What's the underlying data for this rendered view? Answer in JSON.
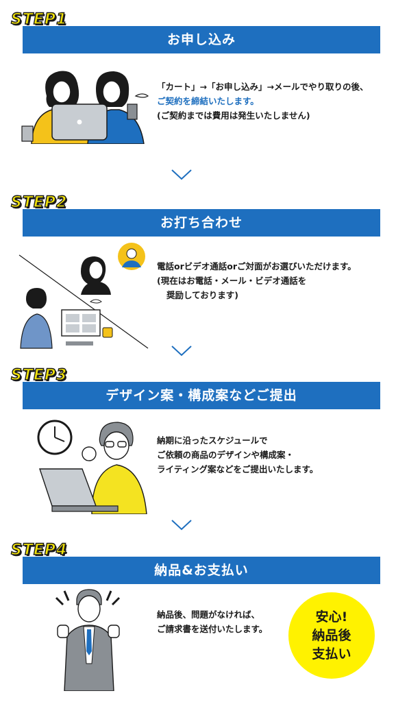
{
  "steps": [
    {
      "label": "STEP1",
      "title": "お申し込み",
      "lines": [
        "「カート」→「お申し込み」→メールでやり取りの後、",
        "ご契約を締結いたします。",
        "(ご契約までは費用は発生いたしません)"
      ]
    },
    {
      "label": "STEP2",
      "title": "お打ち合わせ",
      "lines": [
        "電話orビデオ通話orご対面がお選びいただけます。",
        "(現在はお電話・メール・ビデオ通話を",
        "奨励しております)"
      ]
    },
    {
      "label": "STEP3",
      "title": "デザイン案・構成案などご提出",
      "lines": [
        "納期に沿ったスケジュールで",
        "ご依頼の商品のデザインや構成案・",
        "ライティング案などをご提出いたします。"
      ]
    },
    {
      "label": "STEP4",
      "title": "納品&お支払い",
      "lines": [
        "納品後、問題がなければ、",
        "ご請求書を送付いたします。"
      ]
    }
  ],
  "badge": {
    "lines": [
      "安心!",
      "納品後",
      "支払い"
    ]
  },
  "colors": {
    "accent": "#1e6fbf",
    "label_yellow": "#f2e30a",
    "badge_yellow": "#fff200"
  },
  "icons": [
    "chevron-down-icon",
    "clock-icon",
    "video-call-screen-icon",
    "coffee-cup-icon"
  ]
}
